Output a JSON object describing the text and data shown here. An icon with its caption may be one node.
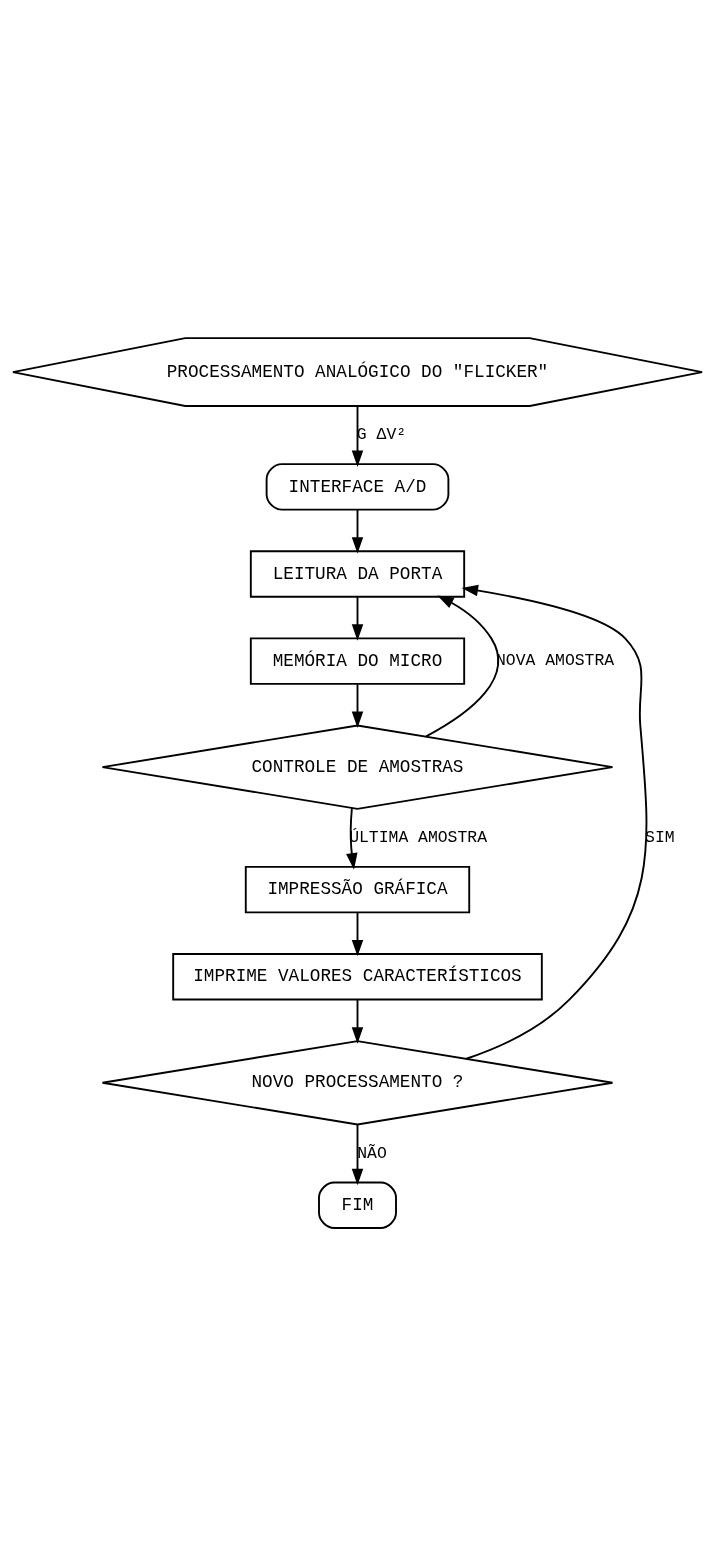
{
  "diagram": {
    "nodes": [
      {
        "text": [
          "PROCESSAMENTO ANALÓGICO DO \"FLICKER\""
        ]
      },
      {
        "text": [
          "INTERFACE A/D"
        ]
      },
      {
        "text": [
          "LEITURA DA PORTA"
        ]
      },
      {
        "text": [
          "MEMÓRIA DO MICRO"
        ]
      },
      {
        "text": [
          "CONTROLE DE AMOSTRAS"
        ]
      },
      {
        "text": [
          "IMPRESSÃO GRÁFICA"
        ]
      },
      {
        "text": [
          "IMPRIME VALORES CARACTERÍSTICOS"
        ]
      },
      {
        "text": [
          "NOVO PROCESSAMENTO ?"
        ]
      },
      {
        "text": [
          "FIM"
        ]
      }
    ],
    "edges": [
      {
        "from": 0,
        "to": 1,
        "arrow": "to",
        "label": "G ΔV²"
      },
      {
        "from": 1,
        "to": 2,
        "arrow": "to"
      },
      {
        "from": 2,
        "to": 3,
        "arrow": "to"
      },
      {
        "from": 3,
        "to": 4,
        "arrow": "to"
      },
      {
        "from": 4,
        "to": 2,
        "arrow": "to",
        "label": "NOVA AMOSTRA"
      },
      {
        "from": 4,
        "to": 5,
        "arrow": "to",
        "label": "ÚLTIMA AMOSTRA"
      },
      {
        "from": 5,
        "to": 6,
        "arrow": "to"
      },
      {
        "from": 6,
        "to": 7,
        "arrow": "to"
      },
      {
        "from": 7,
        "to": 2,
        "arrow": "to",
        "label": "SIM"
      },
      {
        "from": 7,
        "to": 8,
        "arrow": "to",
        "label": "NÃO"
      }
    ]
  }
}
